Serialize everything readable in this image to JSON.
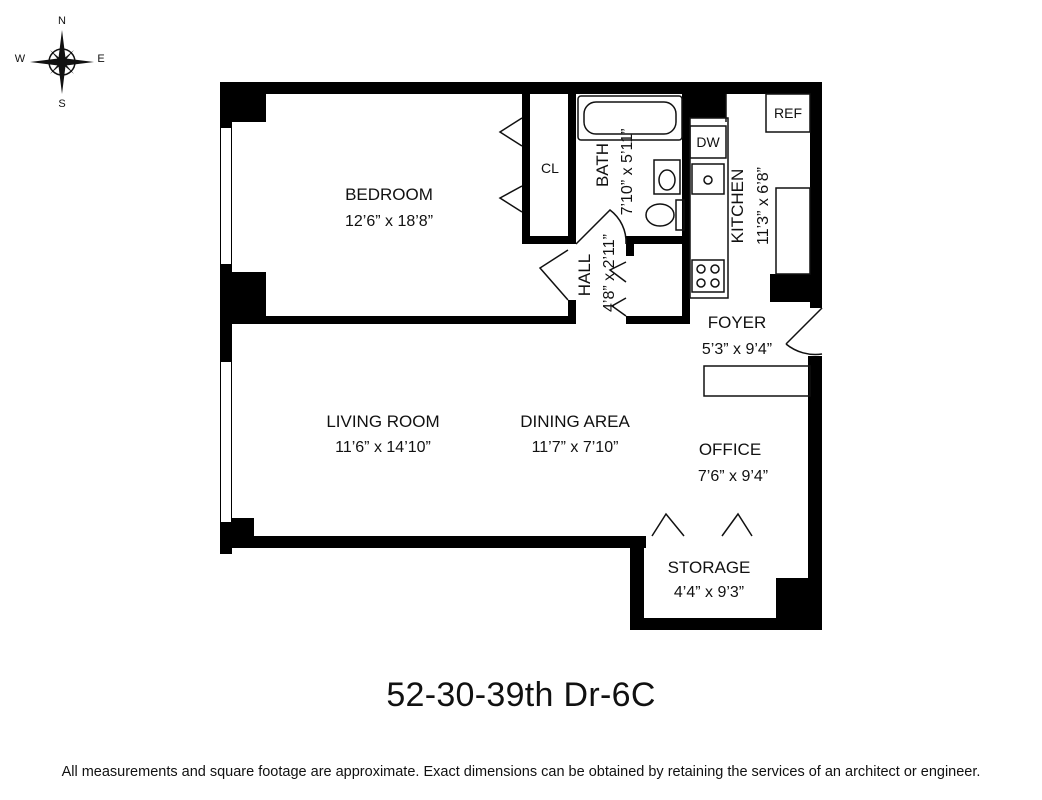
{
  "compass": {
    "north": "N",
    "south": "S",
    "east": "E",
    "west": "W"
  },
  "rooms": {
    "bedroom": {
      "name": "BEDROOM",
      "dims": "12’6” x 18’8”"
    },
    "closet": {
      "name": "CL"
    },
    "bath": {
      "name": "BATH",
      "dims": "7’10” x 5’11”"
    },
    "dw": {
      "name": "DW"
    },
    "ref": {
      "name": "REF"
    },
    "kitchen": {
      "name": "KITCHEN",
      "dims": "11’3” x 6’8”"
    },
    "hall": {
      "name": "HALL",
      "dims": "4’8” x 2’11”"
    },
    "foyer": {
      "name": "FOYER",
      "dims": "5’3” x 9’4”"
    },
    "living": {
      "name": "LIVING ROOM",
      "dims": "11’6” x 14’10”"
    },
    "dining": {
      "name": "DINING AREA",
      "dims": "11’7” x 7’10”"
    },
    "office": {
      "name": "OFFICE",
      "dims": "7’6” x 9’4”"
    },
    "storage": {
      "name": "STORAGE",
      "dims": "4’4” x 9’3”"
    }
  },
  "address": "52-30-39th Dr-6C",
  "disclaimer": "All measurements and square footage are approximate. Exact dimensions can be obtained by retaining the services of an architect or engineer."
}
